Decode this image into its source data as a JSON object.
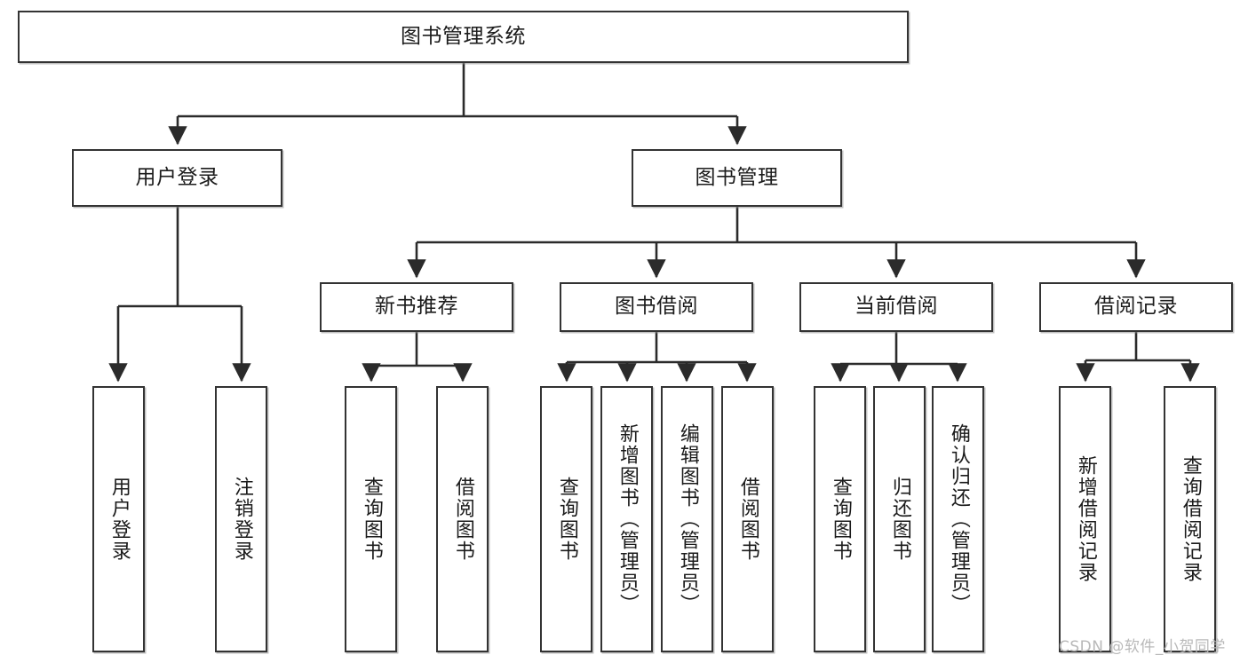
{
  "diagram": {
    "type": "tree",
    "title": "图书管理系统",
    "orientation": "top-down",
    "colors": {
      "node_border": "#333333",
      "node_fill": "#ffffff",
      "edge": "#2b2b2b",
      "background": "#ffffff",
      "watermark": "#b9b9b9"
    },
    "root": {
      "label": "图书管理系统"
    },
    "level2": [
      {
        "id": "user-login",
        "label": "用户登录"
      },
      {
        "id": "book-manage",
        "label": "图书管理"
      }
    ],
    "level3": [
      {
        "id": "new-book-recommend",
        "label": "新书推荐",
        "parent": "book-manage"
      },
      {
        "id": "book-borrow",
        "label": "图书借阅",
        "parent": "book-manage"
      },
      {
        "id": "current-borrow",
        "label": "当前借阅",
        "parent": "book-manage"
      },
      {
        "id": "borrow-record",
        "label": "借阅记录",
        "parent": "book-manage"
      }
    ],
    "leaves": [
      {
        "id": "leaf-user-login",
        "label": "用户登录",
        "parent": "user-login"
      },
      {
        "id": "leaf-logout-login",
        "label": "注销登录",
        "parent": "user-login"
      },
      {
        "id": "leaf-query-book-1",
        "label": "查询图书",
        "parent": "new-book-recommend"
      },
      {
        "id": "leaf-borrow-book-1",
        "label": "借阅图书",
        "parent": "new-book-recommend"
      },
      {
        "id": "leaf-query-book-2",
        "label": "查询图书",
        "parent": "book-borrow"
      },
      {
        "id": "leaf-add-book",
        "label": "新增图书（管理员）",
        "parent": "book-borrow"
      },
      {
        "id": "leaf-edit-book",
        "label": "编辑图书（管理员）",
        "parent": "book-borrow"
      },
      {
        "id": "leaf-borrow-book-2",
        "label": "借阅图书",
        "parent": "book-borrow"
      },
      {
        "id": "leaf-query-book-3",
        "label": "查询图书",
        "parent": "current-borrow"
      },
      {
        "id": "leaf-return-book",
        "label": "归还图书",
        "parent": "current-borrow"
      },
      {
        "id": "leaf-confirm-return",
        "label": "确认归还（管理员）",
        "parent": "current-borrow"
      },
      {
        "id": "leaf-add-record",
        "label": "新增借阅记录",
        "parent": "borrow-record"
      },
      {
        "id": "leaf-query-record",
        "label": "查询借阅记录",
        "parent": "borrow-record"
      }
    ]
  },
  "watermark": {
    "text": "CSDN @软件_小贺同学"
  }
}
